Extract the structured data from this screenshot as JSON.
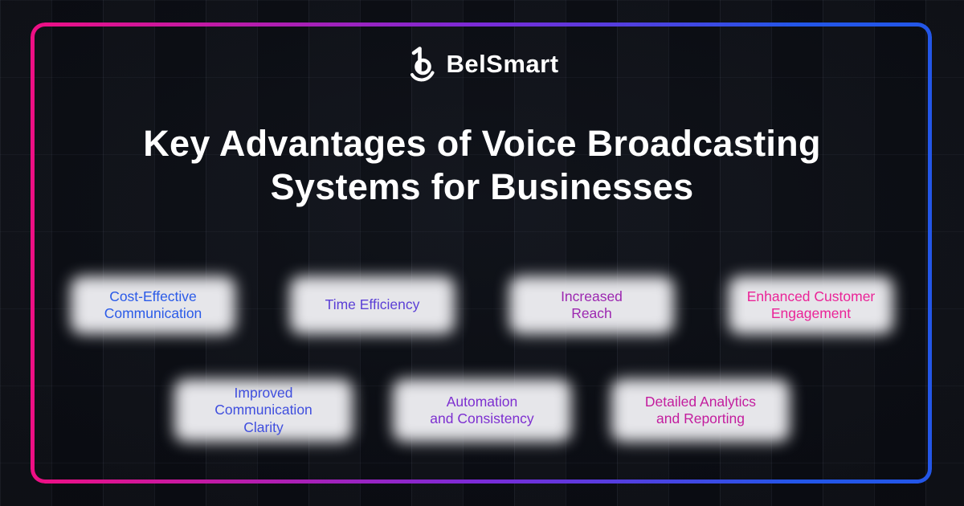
{
  "brand": {
    "name": "BelSmart"
  },
  "title": {
    "line1": "Key Advantages of Voice Broadcasting",
    "line2": "Systems for Businesses"
  },
  "theme": {
    "bg": "#0c0e14",
    "frame-pink": "#ef0f84",
    "frame-purple": "#7a2bd8",
    "frame-blue": "#2356e8",
    "card-bg": "#e6e6ea",
    "title-color": "#ffffff"
  },
  "cards": {
    "row1": [
      {
        "label": "Cost-Effective\nCommunication",
        "color": "#2a5ae8"
      },
      {
        "label": "Time Efficiency",
        "color": "#5b3fd6"
      },
      {
        "label": "Increased\nReach",
        "color": "#9c27b0"
      },
      {
        "label": "Enhanced Customer\nEngagement",
        "color": "#ea2397"
      }
    ],
    "row2": [
      {
        "label": "Improved\nCommunication\nClarity",
        "color": "#3f4ede"
      },
      {
        "label": "Automation\nand Consistency",
        "color": "#7d2fd0"
      },
      {
        "label": "Detailed Analytics\nand Reporting",
        "color": "#c31d9e"
      }
    ]
  }
}
